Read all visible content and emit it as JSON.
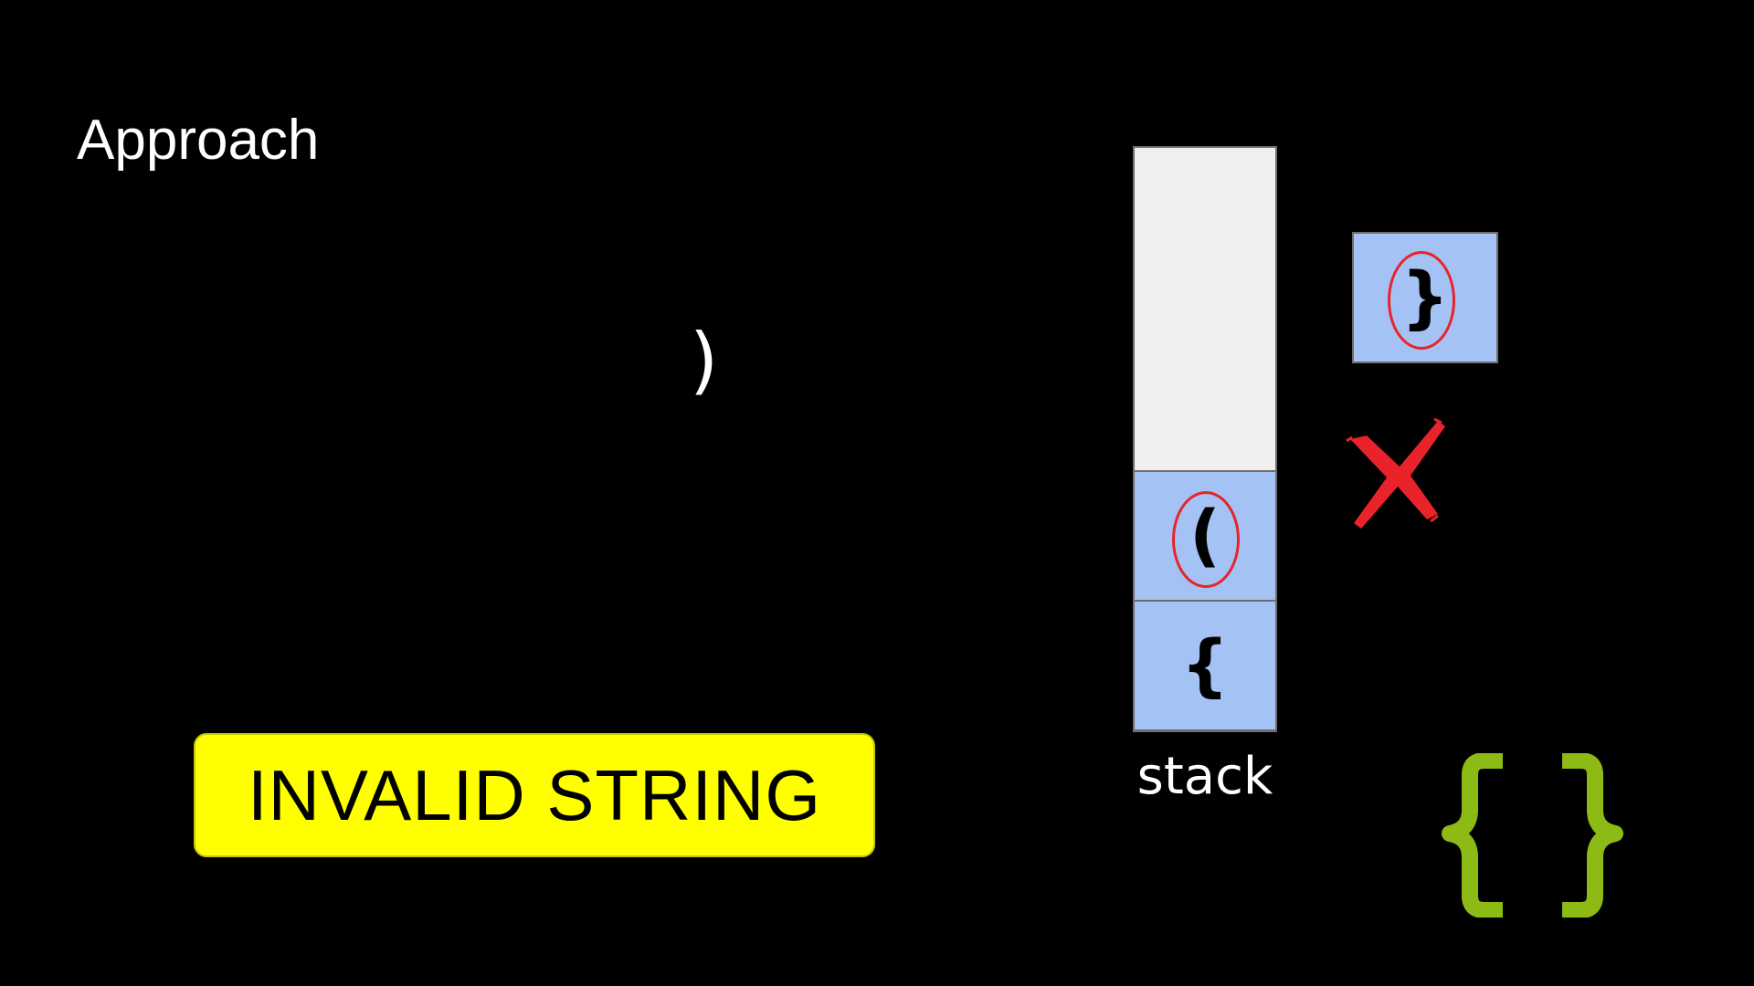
{
  "slide": {
    "title": "Approach",
    "current_char": ")"
  },
  "verdict": {
    "label": "INVALID STRING",
    "background": "#ffff00"
  },
  "stack": {
    "label": "stack",
    "cells_top_to_bottom": [
      "(",
      "{"
    ],
    "cell_color": "#a4c2f4",
    "empty_color": "#efefef"
  },
  "incoming": {
    "char": "}",
    "color": "#a4c2f4"
  },
  "marks": {
    "highlight_color": "#e8232a",
    "cross_icon": "red-x-mark",
    "logo_icon": "curly-braces-logo",
    "logo_color": "#8dba14"
  }
}
